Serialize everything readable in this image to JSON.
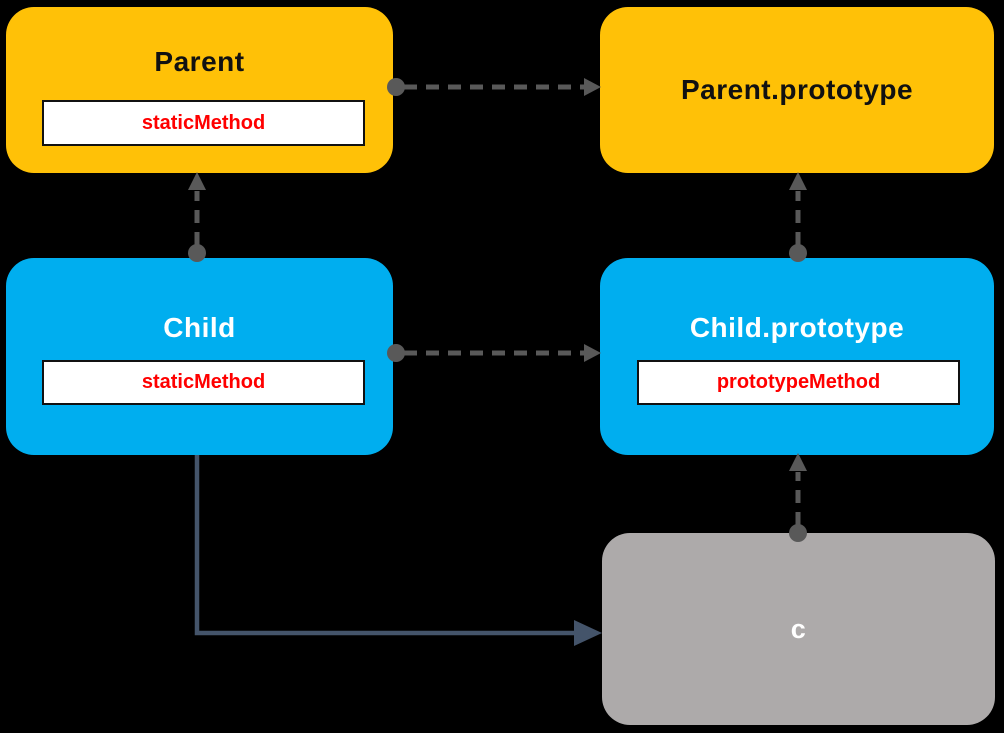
{
  "diagram": {
    "title_hint": "JavaScript class inheritance / prototype chain diagram",
    "background_color": "#000000",
    "colors": {
      "constructor_fill": "#FFC107",
      "class_fill": "#00AEEF",
      "instance_fill": "#ADAAAA",
      "method_text": "#FF0000",
      "method_box_fill": "#FFFFFF",
      "method_box_border": "#111111",
      "dashed_arrow": "#595959",
      "solid_arrow": "#44546A",
      "title_dark": "#111111",
      "title_light": "#FFFFFF"
    },
    "nodes": {
      "parent": {
        "title": "Parent",
        "method": "staticMethod"
      },
      "parent_prototype": {
        "title": "Parent.prototype"
      },
      "child": {
        "title": "Child",
        "method": "staticMethod"
      },
      "child_prototype": {
        "title": "Child.prototype",
        "method": "prototypeMethod"
      },
      "instance": {
        "title": "c"
      }
    },
    "edges": [
      {
        "from": "Parent",
        "to": "Parent.prototype",
        "style": "dashed"
      },
      {
        "from": "Child",
        "to": "Parent",
        "style": "dashed"
      },
      {
        "from": "Child",
        "to": "Child.prototype",
        "style": "dashed"
      },
      {
        "from": "Child.prototype",
        "to": "Parent.prototype",
        "style": "dashed"
      },
      {
        "from": "c",
        "to": "Child.prototype",
        "style": "dashed"
      },
      {
        "from": "Child",
        "to": "c",
        "style": "solid"
      }
    ]
  }
}
